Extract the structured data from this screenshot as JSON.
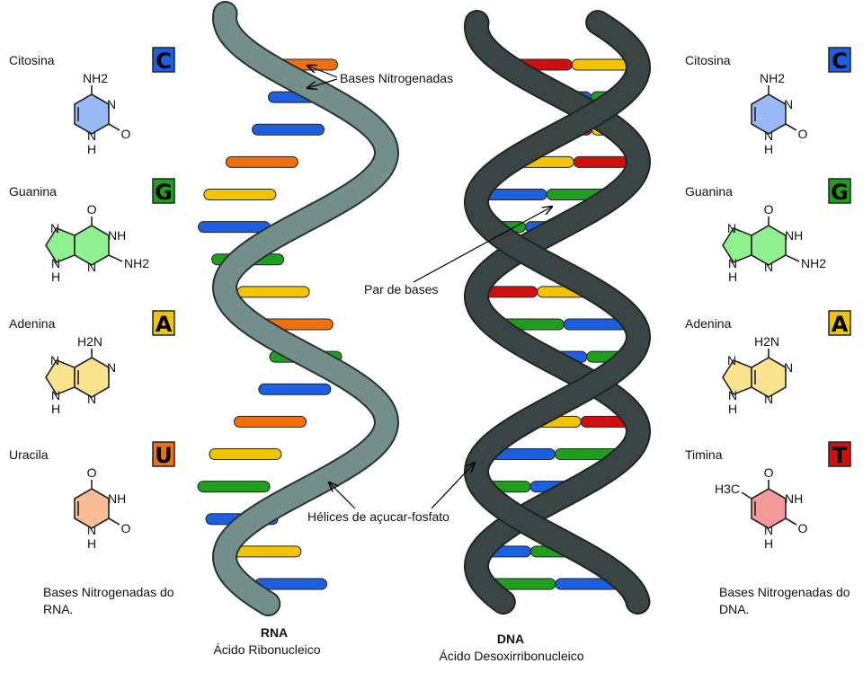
{
  "colors": {
    "C": "#1c5fe0",
    "G": "#1f9e1f",
    "A": "#f3c300",
    "U": "#f07010",
    "T": "#d20f0f",
    "rna_strand": "#728f89",
    "dna_strand": "#3b4644"
  },
  "left_bases": [
    {
      "name": "Citosina",
      "letter": "C",
      "type": "cytosine",
      "fill": "#99b8f5",
      "atoms": [
        "NH2",
        "N",
        "N",
        "H",
        "O"
      ]
    },
    {
      "name": "Guanina",
      "letter": "G",
      "type": "guanine",
      "fill": "#8ef08e",
      "atoms": [
        "O",
        "NH",
        "NH2",
        "N",
        "N",
        "N",
        "H"
      ]
    },
    {
      "name": "Adenina",
      "letter": "A",
      "type": "adenine",
      "fill": "#fae38f",
      "atoms": [
        "H2N",
        "N",
        "N",
        "N",
        "N",
        "H"
      ]
    },
    {
      "name": "Uracila",
      "letter": "U",
      "type": "uracil",
      "fill": "#f9bd95",
      "atoms": [
        "O",
        "NH",
        "N",
        "H",
        "O"
      ]
    }
  ],
  "right_bases": [
    {
      "name": "Citosina",
      "letter": "C",
      "type": "cytosine",
      "fill": "#99b8f5",
      "atoms": [
        "NH2",
        "N",
        "N",
        "H",
        "O"
      ]
    },
    {
      "name": "Guanina",
      "letter": "G",
      "type": "guanine",
      "fill": "#8ef08e",
      "atoms": [
        "O",
        "NH",
        "NH2",
        "N",
        "N",
        "N",
        "H"
      ]
    },
    {
      "name": "Adenina",
      "letter": "A",
      "type": "adenine",
      "fill": "#fae38f",
      "atoms": [
        "H2N",
        "N",
        "N",
        "N",
        "N",
        "H"
      ]
    },
    {
      "name": "Timina",
      "letter": "T",
      "type": "thymine",
      "fill": "#f59a9a",
      "atoms": [
        "O",
        "NH",
        "N",
        "H",
        "O",
        "H3C"
      ]
    }
  ],
  "rna_caption": "Bases Nitrogenadas do RNA.",
  "dna_caption": "Bases Nitrogenadas do DNA.",
  "rna_sequence": [
    "U",
    "C",
    "C",
    "U",
    "A",
    "C",
    "G",
    "A",
    "U",
    "G",
    "C",
    "U",
    "A",
    "G",
    "C",
    "A",
    "C"
  ],
  "dna_sequence": [
    [
      "T",
      "A"
    ],
    [
      "C",
      "G"
    ],
    [
      "A",
      "T"
    ],
    [
      "T",
      "A"
    ],
    [
      "G",
      "C"
    ],
    [
      "C",
      "G"
    ],
    [
      "A",
      "T"
    ],
    [
      "T",
      "A"
    ],
    [
      "G",
      "C"
    ],
    [
      "C",
      "G"
    ],
    [
      "A",
      "T"
    ],
    [
      "T",
      "A"
    ],
    [
      "G",
      "C"
    ],
    [
      "C",
      "G"
    ],
    [
      "A",
      "T"
    ],
    [
      "C",
      "G"
    ],
    [
      "G",
      "C"
    ]
  ],
  "annotations": {
    "bases": "Bases Nitrogenadas",
    "pair": "Par de bases",
    "helices": "Hélices de açucar-fosfato"
  },
  "rna": {
    "title": "RNA",
    "subtitle": "Ácido Ribonucleico"
  },
  "dna": {
    "title": "DNA",
    "subtitle": "Ácido Desoxirribonucleico"
  }
}
